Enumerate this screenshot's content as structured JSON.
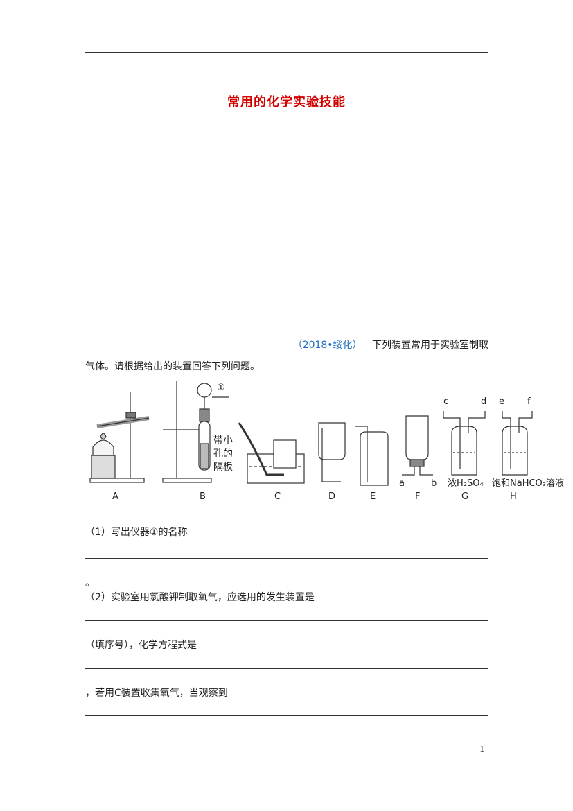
{
  "title": "常用的化学实验技能",
  "intro": {
    "source": "（2018•绥化）",
    "text_1": "下列装置常用于实验室制取",
    "text_2": "气体。请根据给出的装置回答下列问题。"
  },
  "figure": {
    "callout_number": "①",
    "partition_label": [
      "带小",
      "孔的",
      "隔板"
    ],
    "apparatus_labels": [
      "A",
      "B",
      "C",
      "D",
      "E",
      "F",
      "G",
      "H"
    ],
    "port_labels": {
      "f_left": "a",
      "f_right": "b",
      "g_left": "c",
      "g_right": "d",
      "h_left": "e",
      "h_right": "f"
    },
    "reagent_g": "浓H₂SO₄",
    "reagent_h": "饱和NaHCO₃溶液"
  },
  "questions": {
    "q1": "（1）写出仪器①的名称",
    "q1_end": "。",
    "q2": "（2）实验室用氯酸钾制取氧气，应选用的发生装置是",
    "q2_b": "（填序号），化学方程式是",
    "q2_c": "，若用C装置收集氧气，当观察到"
  },
  "page_number": "1"
}
